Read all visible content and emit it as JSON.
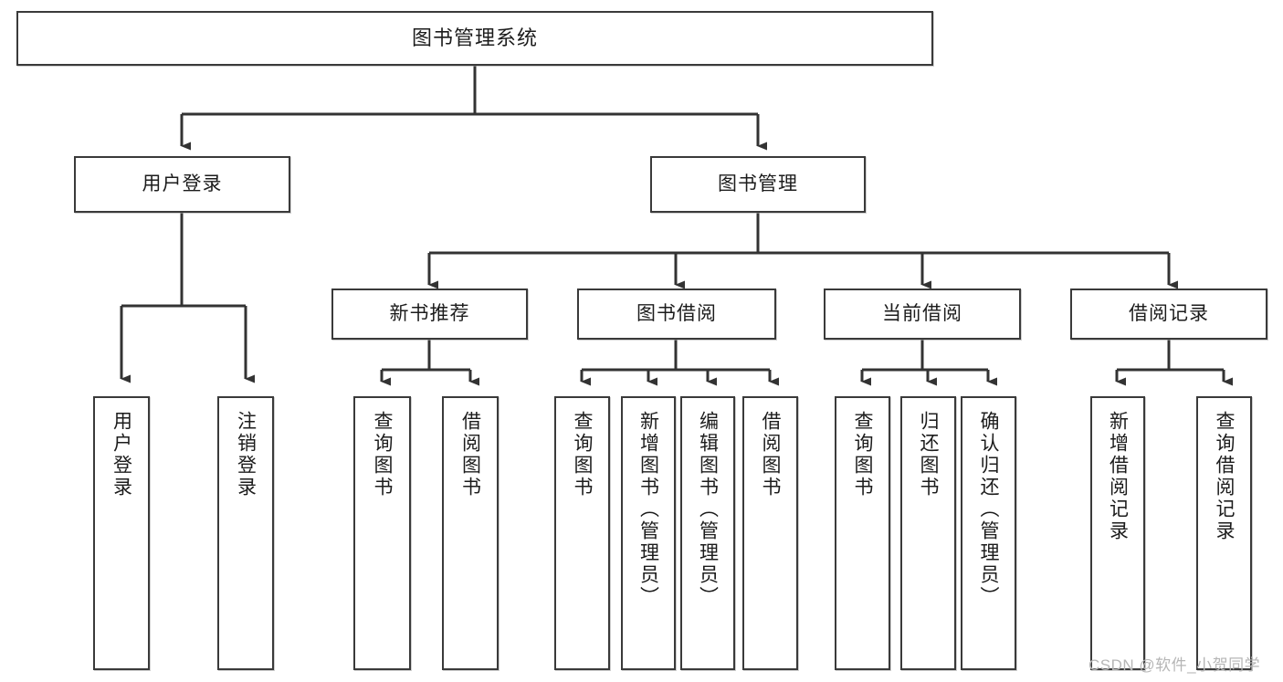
{
  "diagram": {
    "type": "tree-hierarchy-chart",
    "title": "图书管理系统",
    "colors": {
      "background": "#ffffff",
      "box_border": "#3a3a3a",
      "box_fill": "#ffffff",
      "connector": "#333333",
      "text": "#1c1c1c",
      "watermark": "#b6b6b6"
    },
    "root": {
      "label": "图书管理系统"
    },
    "level1": [
      {
        "label": "用户登录"
      },
      {
        "label": "图书管理"
      }
    ],
    "level2": [
      {
        "label": "新书推荐"
      },
      {
        "label": "图书借阅"
      },
      {
        "label": "当前借阅"
      },
      {
        "label": "借阅记录"
      }
    ],
    "leaves": {
      "user_login": [
        {
          "label": "用户登录"
        },
        {
          "label": "注销登录"
        }
      ],
      "new_book_recommend": [
        {
          "label": "查询图书"
        },
        {
          "label": "借阅图书"
        }
      ],
      "book_borrow": [
        {
          "label": "查询图书"
        },
        {
          "label": "新增图书（管理员）"
        },
        {
          "label": "编辑图书（管理员）"
        },
        {
          "label": "借阅图书"
        }
      ],
      "current_borrow": [
        {
          "label": "查询图书"
        },
        {
          "label": "归还图书"
        },
        {
          "label": "确认归还（管理员）"
        }
      ],
      "borrow_record": [
        {
          "label": "新增借阅记录"
        },
        {
          "label": "查询借阅记录"
        }
      ]
    },
    "watermark": "CSDN @软件_小贺同学"
  }
}
